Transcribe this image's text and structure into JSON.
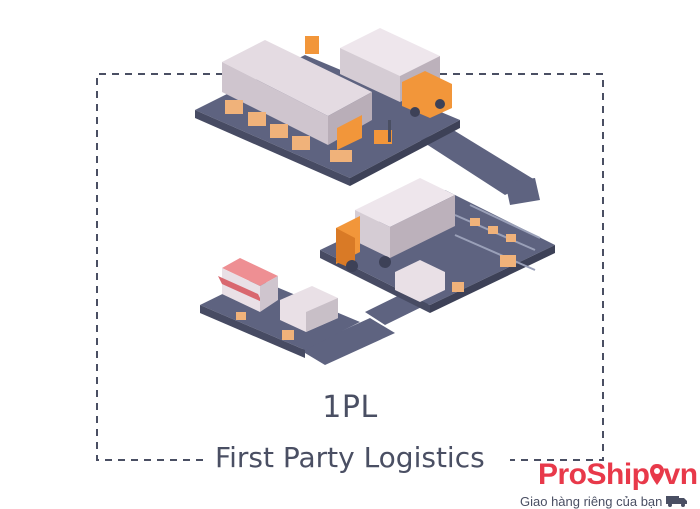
{
  "illustration": {
    "abbreviation": "1PL",
    "full_name": "First Party Logistics"
  },
  "brand": {
    "name_main": "ProShip",
    "name_suffix": "vn",
    "tagline": "Giao hàng riêng của bạn"
  },
  "colors": {
    "road": "#5e6380",
    "platform": "#5e6380",
    "truck_cab": "#f2963a",
    "truck_box": "#e9e0e6",
    "warehouse_roof": "#d8cfd6",
    "boxes": "#f0b27a",
    "shop_awning": "#ee8f93",
    "brand_red": "#e8394a",
    "text": "#4a4f63"
  },
  "icons": [
    "warehouse-icon",
    "truck-icon",
    "forklift-icon",
    "shop-icon",
    "van-icon",
    "location-pin-icon",
    "delivery-truck-icon"
  ]
}
